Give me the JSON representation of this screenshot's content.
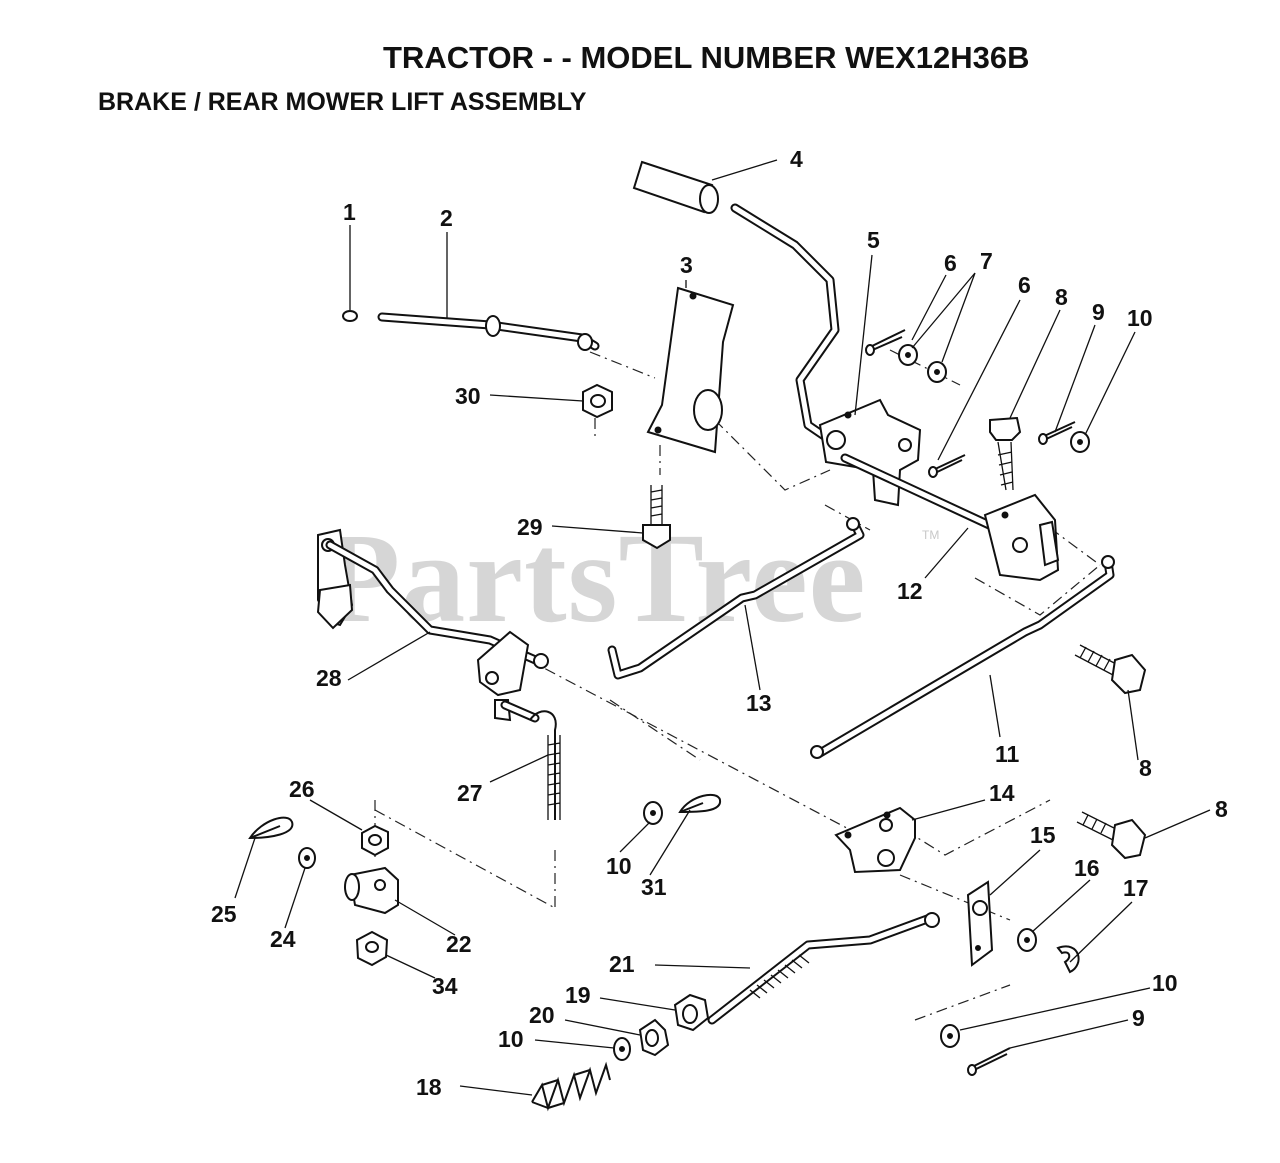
{
  "header": {
    "model_title": "TRACTOR - - MODEL NUMBER WEX12H36B",
    "assembly_title": "BRAKE / REAR MOWER LIFT ASSEMBLY"
  },
  "watermark": {
    "text": "PartsTree",
    "trademark": "TM"
  },
  "callouts": [
    "1",
    "2",
    "3",
    "4",
    "5",
    "6",
    "7",
    "6",
    "8",
    "9",
    "10",
    "30",
    "29",
    "12",
    "13",
    "28",
    "11",
    "8",
    "14",
    "8",
    "27",
    "26",
    "10",
    "31",
    "15",
    "16",
    "17",
    "25",
    "24",
    "22",
    "34",
    "21",
    "10",
    "19",
    "9",
    "20",
    "10",
    "18"
  ]
}
